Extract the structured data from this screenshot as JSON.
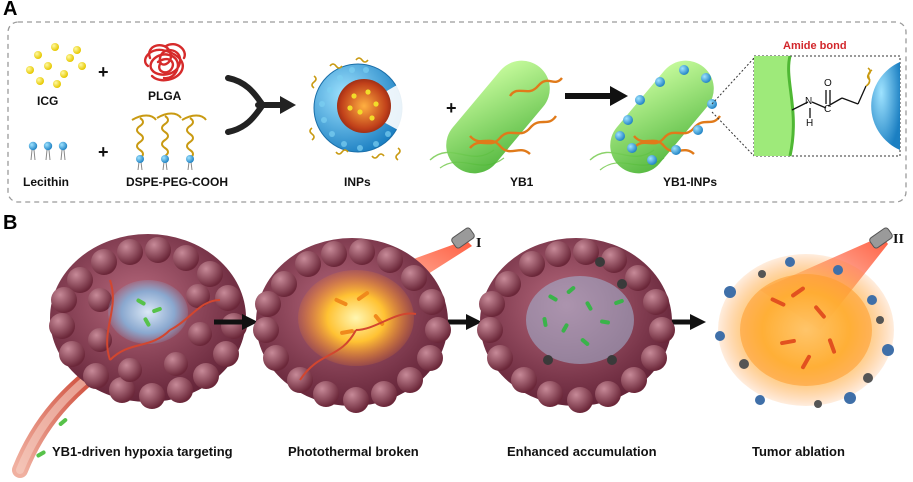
{
  "panel_a": {
    "letter": "A",
    "labels": {
      "icg": "ICG",
      "plga": "PLGA",
      "lecithin": "Lecithin",
      "dspe": "DSPE-PEG-COOH",
      "inps": "INPs",
      "yb1": "YB1",
      "yb1_inps": "YB1-INPs",
      "amide": "Amide bond"
    },
    "plus": "+",
    "chem": {
      "n": "N",
      "h": "H",
      "c": "C",
      "o": "O"
    }
  },
  "panel_b": {
    "letter": "B",
    "laser_1": "I",
    "laser_2": "II",
    "stages": [
      "YB1-driven hypoxia targeting",
      "Photothermal broken",
      "Enhanced accumulation",
      "Tumor ablation"
    ]
  },
  "colors": {
    "icg": "#f2dc2a",
    "plga": "#d62b2b",
    "lipid_head": "#5bc3e6",
    "bacteria": "#8ee05a",
    "dna": "#e07a1a",
    "nanoparticle": "#2d9fd8",
    "tumor": "#8e3a50",
    "vessel": "#d2462f",
    "hot": "#ffb020",
    "amide_text": "#d2262b"
  }
}
